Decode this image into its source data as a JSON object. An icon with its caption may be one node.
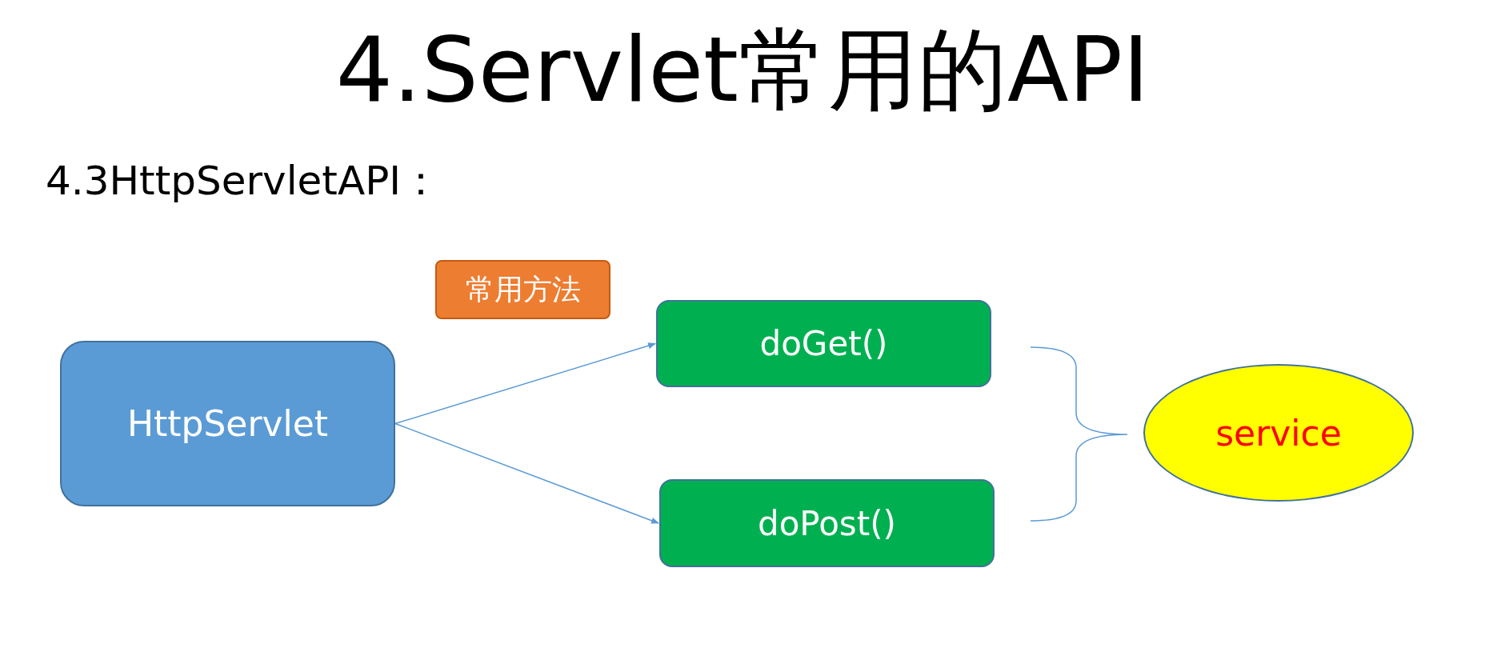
{
  "diagram": {
    "title": "4.Servlet常用的API",
    "nodes": [
      {
        "text": [
          "常用方法"
        ]
      },
      {
        "text": [
          "HttpServlet"
        ]
      },
      {
        "text": [
          "doGet()"
        ]
      },
      {
        "text": [
          "doPost()"
        ]
      },
      {
        "text": [
          "service"
        ]
      }
    ],
    "edges": [
      {
        "from": 1,
        "to": 2,
        "arrow": "to"
      },
      {
        "from": 1,
        "to": 3,
        "arrow": "to"
      }
    ],
    "labels": [
      "4.3HttpServletAPI："
    ]
  }
}
